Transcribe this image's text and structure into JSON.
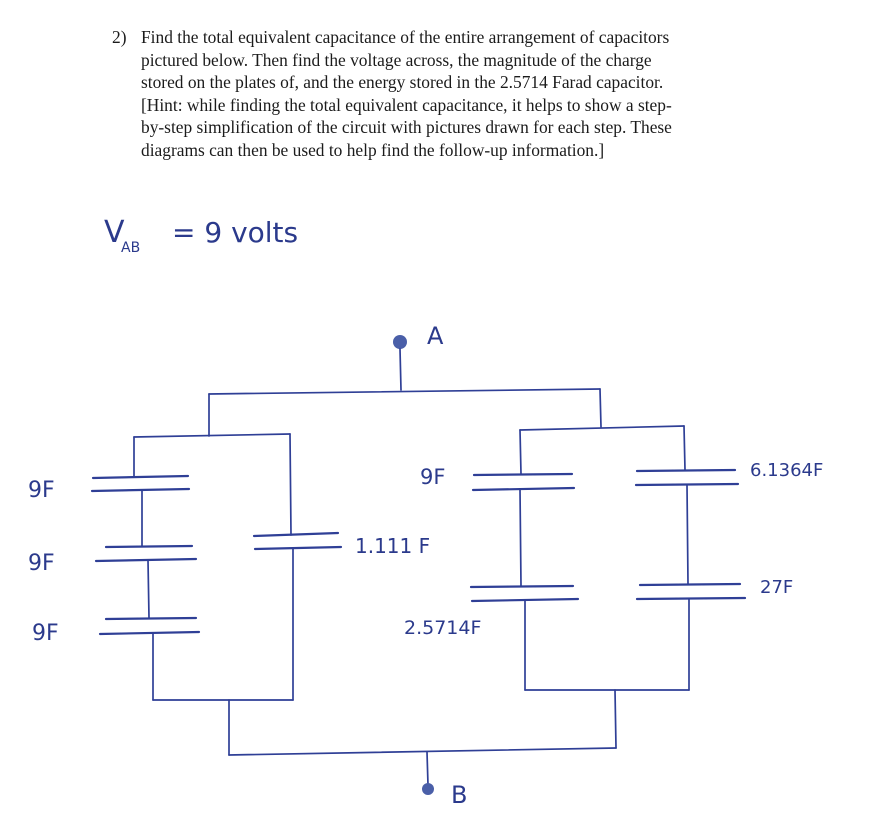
{
  "problem": {
    "number": "2)",
    "lines": [
      "Find the total equivalent capacitance of the entire arrangement of capacitors",
      "pictured below. Then find the voltage across, the magnitude of the charge",
      "stored on the plates of, and the energy stored in the 2.5714 Farad capacitor.",
      "[Hint: while finding the total equivalent capacitance, it helps to show a step-",
      "by-step simplification of the circuit with pictures drawn for each step. These",
      "diagrams can then be used to help find the follow-up information.]"
    ]
  },
  "given": {
    "v": "V",
    "sub": "AB",
    "rest": "= 9 volts"
  },
  "terminals": {
    "a": "A",
    "b": "B"
  },
  "capacitors": {
    "left_top": "9F",
    "left_mid": "9F",
    "left_bot": "9F",
    "center": "1.111 F",
    "mid_top": "9F",
    "mid_bot": "2.5714F",
    "right_top": "6.1364F",
    "right_bot": "27F"
  },
  "colors": {
    "ink": "#2f3f96",
    "text": "#1b1b1b"
  }
}
